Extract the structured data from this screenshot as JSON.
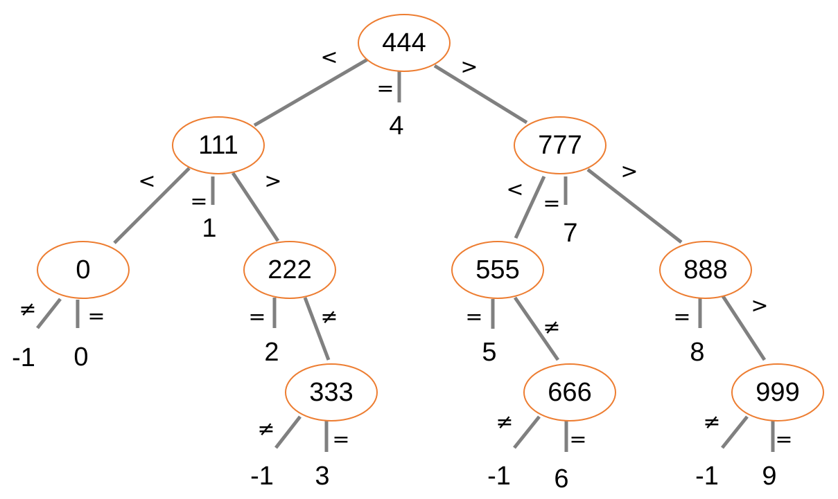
{
  "diagram": {
    "nodes": [
      {
        "id": "n444",
        "label": "444"
      },
      {
        "id": "n111",
        "label": "111"
      },
      {
        "id": "n777",
        "label": "777"
      },
      {
        "id": "n0",
        "label": "0"
      },
      {
        "id": "n222",
        "label": "222"
      },
      {
        "id": "n555",
        "label": "555"
      },
      {
        "id": "n888",
        "label": "888"
      },
      {
        "id": "n333",
        "label": "333"
      },
      {
        "id": "n666",
        "label": "666"
      },
      {
        "id": "n999",
        "label": "999"
      }
    ],
    "edges": [
      {
        "id": "e-444-111",
        "from": "444",
        "to": "111",
        "op": "<"
      },
      {
        "id": "e-444-777",
        "from": "444",
        "to": "777",
        "op": ">"
      },
      {
        "id": "e-444-eq",
        "from": "444",
        "to": "4",
        "op": "="
      },
      {
        "id": "e-111-0",
        "from": "111",
        "to": "0",
        "op": "<"
      },
      {
        "id": "e-111-222",
        "from": "111",
        "to": "222",
        "op": ">"
      },
      {
        "id": "e-111-eq",
        "from": "111",
        "to": "1",
        "op": "="
      },
      {
        "id": "e-777-555",
        "from": "777",
        "to": "555",
        "op": "<"
      },
      {
        "id": "e-777-888",
        "from": "777",
        "to": "888",
        "op": ">"
      },
      {
        "id": "e-777-eq",
        "from": "777",
        "to": "7",
        "op": "="
      },
      {
        "id": "e-0-neq",
        "from": "0",
        "to": "-1",
        "op": "≠"
      },
      {
        "id": "e-0-eq",
        "from": "0",
        "to": "0",
        "op": "="
      },
      {
        "id": "e-222-eq",
        "from": "222",
        "to": "2",
        "op": "="
      },
      {
        "id": "e-222-333",
        "from": "222",
        "to": "333",
        "op": "≠"
      },
      {
        "id": "e-555-eq",
        "from": "555",
        "to": "5",
        "op": "="
      },
      {
        "id": "e-555-666",
        "from": "555",
        "to": "666",
        "op": "≠"
      },
      {
        "id": "e-888-eq",
        "from": "888",
        "to": "8",
        "op": "="
      },
      {
        "id": "e-888-999",
        "from": "888",
        "to": "999",
        "op": ">"
      },
      {
        "id": "e-333-neq",
        "from": "333",
        "to": "-1",
        "op": "≠"
      },
      {
        "id": "e-333-eq",
        "from": "333",
        "to": "3",
        "op": "="
      },
      {
        "id": "e-666-neq",
        "from": "666",
        "to": "-1",
        "op": "≠"
      },
      {
        "id": "e-666-eq",
        "from": "666",
        "to": "6",
        "op": "="
      },
      {
        "id": "e-999-neq",
        "from": "999",
        "to": "-1",
        "op": "≠"
      },
      {
        "id": "e-999-eq",
        "from": "999",
        "to": "9",
        "op": "="
      }
    ],
    "leaves": [
      {
        "id": "leaf-4",
        "label": "4"
      },
      {
        "id": "leaf-1",
        "label": "1"
      },
      {
        "id": "leaf-7",
        "label": "7"
      },
      {
        "id": "leaf-0-m1",
        "label": "-1"
      },
      {
        "id": "leaf-0-0",
        "label": "0"
      },
      {
        "id": "leaf-2",
        "label": "2"
      },
      {
        "id": "leaf-5",
        "label": "5"
      },
      {
        "id": "leaf-8",
        "label": "8"
      },
      {
        "id": "leaf-333-m1",
        "label": "-1"
      },
      {
        "id": "leaf-3",
        "label": "3"
      },
      {
        "id": "leaf-666-m1",
        "label": "-1"
      },
      {
        "id": "leaf-6",
        "label": "6"
      },
      {
        "id": "leaf-999-m1",
        "label": "-1"
      },
      {
        "id": "leaf-9",
        "label": "9"
      }
    ]
  },
  "colors": {
    "node_stroke": "#ED7D31",
    "edge": "#808080",
    "text": "#000000",
    "background": "#FFFFFF"
  }
}
